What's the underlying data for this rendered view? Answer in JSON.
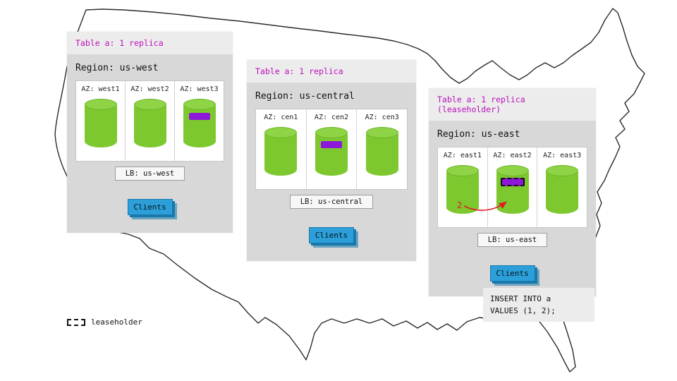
{
  "colors": {
    "table_label_magenta": "#bb10bb",
    "replica_purple": "#8d18d8",
    "cylinder_green": "#7ec82f",
    "clients_blue": "#2d9fd8",
    "arrow_red": "#e01b24",
    "panel_body_gray": "#d8d8d8",
    "panel_header_gray": "#ececec"
  },
  "legend": {
    "label": "leaseholder"
  },
  "annotation": {
    "label": "2"
  },
  "query": {
    "line1": "INSERT INTO a",
    "line2": "VALUES (1, 2);"
  },
  "panels": [
    {
      "region": "us-west",
      "table_label": "Table a: 1 replica",
      "region_label": "Region: us-west",
      "azs": [
        {
          "label": "AZ: west1",
          "replica": false,
          "leaseholder": false
        },
        {
          "label": "AZ: west2",
          "replica": false,
          "leaseholder": false
        },
        {
          "label": "AZ: west3",
          "replica": true,
          "leaseholder": false
        }
      ],
      "lb_label": "LB: us-west",
      "clients_label": "Clients"
    },
    {
      "region": "us-central",
      "table_label": "Table a: 1 replica",
      "region_label": "Region: us-central",
      "azs": [
        {
          "label": "AZ: cen1",
          "replica": false,
          "leaseholder": false
        },
        {
          "label": "AZ: cen2",
          "replica": true,
          "leaseholder": false
        },
        {
          "label": "AZ: cen3",
          "replica": false,
          "leaseholder": false
        }
      ],
      "lb_label": "LB: us-central",
      "clients_label": "Clients"
    },
    {
      "region": "us-east",
      "table_label": "Table a: 1 replica (leaseholder)",
      "region_label": "Region: us-east",
      "azs": [
        {
          "label": "AZ: east1",
          "replica": false,
          "leaseholder": false
        },
        {
          "label": "AZ: east2",
          "replica": true,
          "leaseholder": true
        },
        {
          "label": "AZ: east3",
          "replica": false,
          "leaseholder": false
        }
      ],
      "lb_label": "LB: us-east",
      "clients_label": "Clients"
    }
  ]
}
